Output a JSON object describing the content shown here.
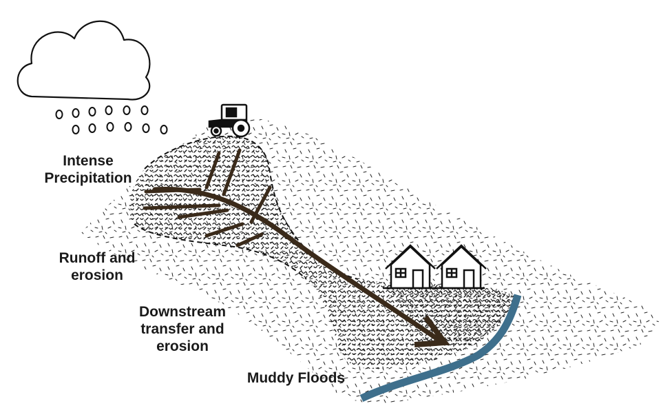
{
  "labels": {
    "precipitation": [
      "Intense",
      "Precipitation"
    ],
    "runoff": [
      "Runoff and",
      "erosion"
    ],
    "downstream": [
      "Downstream",
      "transfer and",
      "erosion"
    ],
    "muddy_floods": "Muddy Floods"
  },
  "icons": {
    "cloud": "cloud-icon",
    "rain": "raindrop-icon",
    "tractor": "tractor-icon",
    "houses": "house-icon"
  },
  "colors": {
    "river": "#3e6f8c",
    "flow_arrow": "#3a2a1a",
    "outline": "#1a1a1a"
  }
}
